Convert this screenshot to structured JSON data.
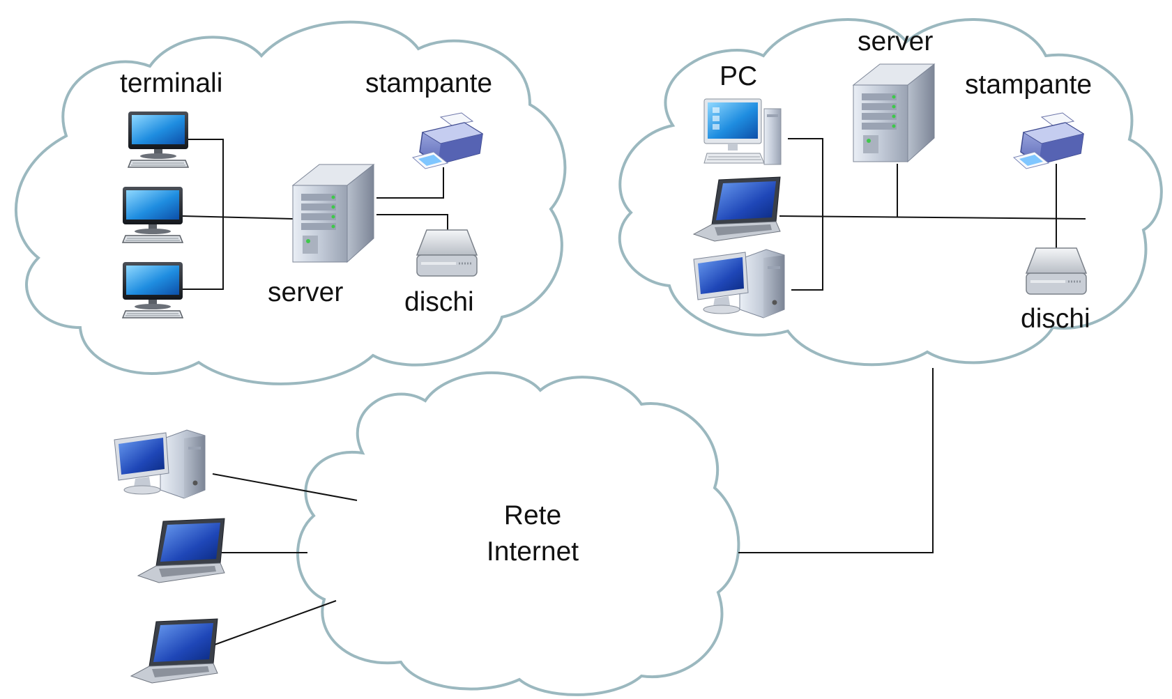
{
  "labels": {
    "lan1_terminals": "terminali",
    "lan1_printer": "stampante",
    "lan1_server": "server",
    "lan1_disks": "dischi",
    "lan2_pc": "PC",
    "lan2_server": "server",
    "lan2_printer": "stampante",
    "lan2_disks": "dischi",
    "internet_line1": "Rete",
    "internet_line2": "Internet"
  },
  "colors": {
    "cloud_outline": "#9bb8bf",
    "screen_blue": "#1f6fd6",
    "wire": "#111111"
  }
}
